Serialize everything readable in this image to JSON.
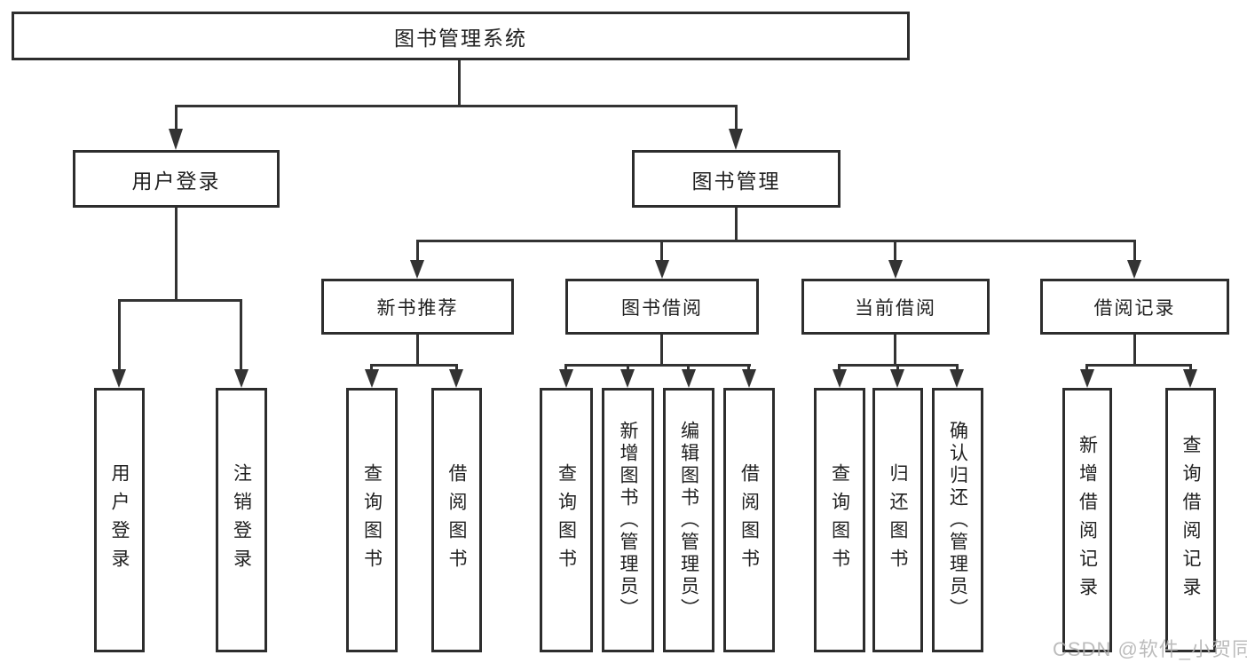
{
  "nodes": {
    "root": "图书管理系统",
    "user_login": "用户登录",
    "book_mgmt": "图书管理",
    "new_book_rec": "新书推荐",
    "book_borrow": "图书借阅",
    "current_borrow": "当前借阅",
    "borrow_record": "借阅记录",
    "leaves": {
      "user_login": [
        "用户登录",
        "注销登录"
      ],
      "new_book_rec": [
        "查询图书",
        "借阅图书"
      ],
      "book_borrow": [
        "查询图书",
        "新增图书（管理员）",
        "编辑图书（管理员）",
        "借阅图书"
      ],
      "current_borrow": [
        "查询图书",
        "归还图书",
        "确认归还（管理员）"
      ],
      "borrow_record": [
        "新增借阅记录",
        "查询借阅记录"
      ]
    }
  },
  "watermark": "CSDN @软件_小贺同学",
  "colors": {
    "line": "#333333",
    "box_border": "#2d2d2d",
    "text": "#212121",
    "background": "#ffffff",
    "watermark": "#b1b1b1"
  }
}
